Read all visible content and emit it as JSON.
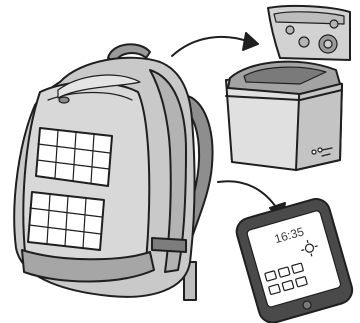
{
  "illustration": {
    "objects": [
      "backpack-with-solar-panels",
      "portable-cooler",
      "smartphone"
    ],
    "phone": {
      "time": "16:35"
    },
    "colors": {
      "outline": "#1f1f1f",
      "fill_light": "#d6d6d6",
      "fill_mid": "#a9a9a9",
      "fill_dark": "#6f6f6f",
      "panel": "#ffffff"
    }
  }
}
